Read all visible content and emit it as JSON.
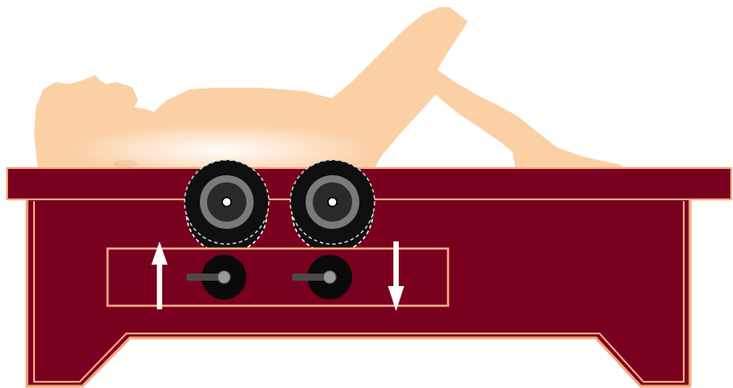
{
  "colors": {
    "background": "#ffffff",
    "skin": "#FBD0A5",
    "table": "#7A0020",
    "table_trim": "#F4A77E",
    "wheel_tire": "#0F0F0F",
    "wheel_rim": "#7A7A7A",
    "wheel_hub": "#2A2A2A",
    "knob": "#0A0A0A",
    "lever": "#4A4A4A",
    "arrow": "#ffffff"
  },
  "diagram": {
    "subject": "person-lying-supine",
    "device": "massage-table-with-adjustable-rollers",
    "rollers": [
      {
        "id": "roller-1",
        "knob": "adjust-knob-1"
      },
      {
        "id": "roller-2",
        "knob": "adjust-knob-2"
      }
    ],
    "arrows": [
      {
        "id": "arrow-up",
        "direction": "up"
      },
      {
        "id": "arrow-down",
        "direction": "down"
      }
    ]
  }
}
